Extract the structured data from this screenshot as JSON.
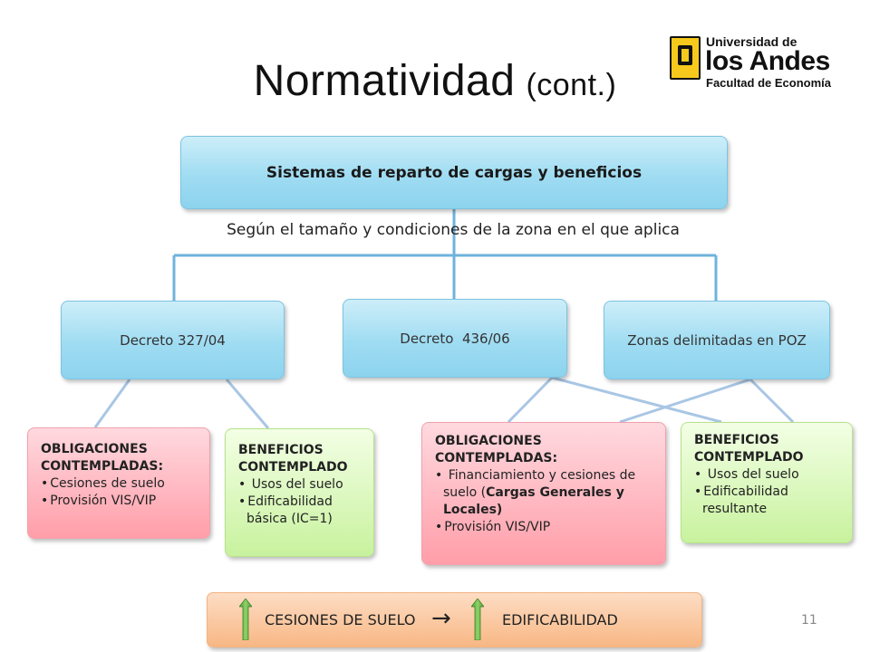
{
  "slide": {
    "title": "Normatividad",
    "title_suffix": "(cont.)",
    "page_number": "11"
  },
  "logo": {
    "line1": "Universidad de",
    "line2": "los Andes",
    "line3": "Facultad de Economía"
  },
  "diagram": {
    "root": "Sistemas de reparto de cargas y beneficios",
    "criterion": "Según el tamaño y condiciones de la zona en el que aplica",
    "branches": [
      {
        "label": "Decreto 327/04"
      },
      {
        "label": "Decreto  436/06"
      },
      {
        "label": "Zonas delimitadas en POZ"
      }
    ],
    "leaves": [
      {
        "heading": "OBLIGACIONES CONTEMPLADAS:",
        "items": [
          "Cesiones de suelo",
          "Provisión VIS/VIP"
        ]
      },
      {
        "heading": "BENEFICIOS CONTEMPLADO",
        "items": [
          " Usos del suelo",
          "Edificabilidad básica (IC=1)"
        ]
      },
      {
        "heading": "OBLIGACIONES CONTEMPLADAS:",
        "item1_pre": " Financiamiento y cesiones de suelo (",
        "item1_bold": "Cargas Generales y Locales)",
        "item2": "Provisión VIS/VIP"
      },
      {
        "heading": "BENEFICIOS CONTEMPLADO",
        "items": [
          " Usos del suelo",
          "Edificabilidad resultante"
        ]
      }
    ]
  },
  "footer_box": {
    "left_text": "CESIONES DE SUELO",
    "arrow": "→",
    "right_text": "EDIFICABILIDAD"
  },
  "colors": {
    "connector": "#a9c6e4",
    "blue_box": "#9fdcf2",
    "red_box": "#ff9ea9",
    "green_box": "#c8f29e",
    "orange_box": "#f8b784",
    "up_arrow": "#5aa83a"
  },
  "icons": [
    "up-arrow-icon",
    "right-arrow-icon"
  ]
}
